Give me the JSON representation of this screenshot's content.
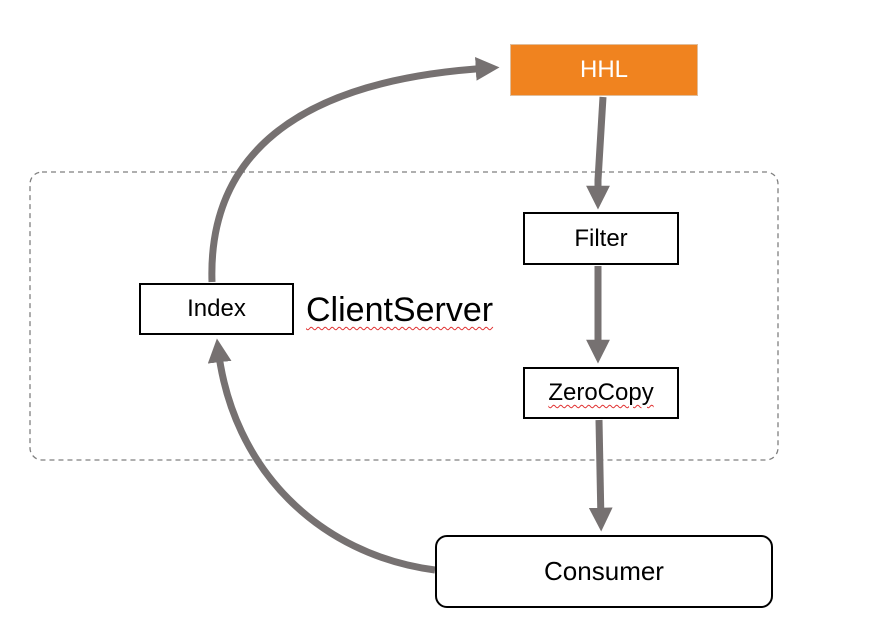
{
  "diagram": {
    "nodes": {
      "hhl": {
        "label": "HHL"
      },
      "filter": {
        "label": "Filter"
      },
      "zerocopy": {
        "label": "ZeroCopy"
      },
      "index": {
        "label": "Index"
      },
      "consumer": {
        "label": "Consumer"
      }
    },
    "group": {
      "label": "ClientServer"
    },
    "edges": [
      {
        "from": "HHL",
        "to": "Filter"
      },
      {
        "from": "Filter",
        "to": "ZeroCopy"
      },
      {
        "from": "ZeroCopy",
        "to": "Consumer"
      },
      {
        "from": "Consumer",
        "to": "Index"
      },
      {
        "from": "Index",
        "to": "HHL"
      }
    ]
  },
  "colors": {
    "hhl_fill": "#f0831f",
    "arrow": "#767171",
    "group_border": "#7f7f7f",
    "spellcheck_underline": "#e03030"
  }
}
